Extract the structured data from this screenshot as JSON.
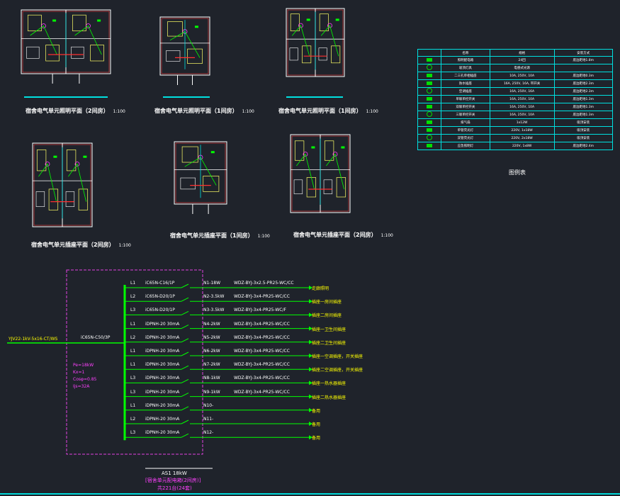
{
  "plans": [
    {
      "title": "宿舍电气单元照明平面（2间房）",
      "scale": "1:100"
    },
    {
      "title": "宿舍电气单元照明平面（1间房）",
      "scale": "1:100"
    },
    {
      "title": "宿舍电气单元照明平面（1间房）",
      "scale": "1:100"
    },
    {
      "title": "宿舍电气单元插座平面（2间房）",
      "scale": "1:100"
    },
    {
      "title": "宿舍电气单元插座平面（1间房）",
      "scale": "1:100"
    },
    {
      "title": "宿舍电气单元插座平面（2间房）",
      "scale": "1:100"
    }
  ],
  "legend": {
    "title": "图例表",
    "headers": [
      "名称",
      "规格",
      "安装方式"
    ],
    "rows": [
      [
        "照明配电箱",
        "24回",
        "底边距地1.8m"
      ],
      [
        "吸顶灯具",
        "电感式光源",
        ""
      ],
      [
        "二三孔单相插座",
        "10A, 250V, 10A",
        "底边距地0.3m"
      ],
      [
        "防水插座",
        "16A, 250V, 16A, 带开关",
        "底边距地2.3m"
      ],
      [
        "空调插座",
        "16A, 250V, 16A",
        "底边距地2.3m"
      ],
      [
        "单联单控开关",
        "16A, 250V, 10A",
        "底边距地1.3m"
      ],
      [
        "双联单控开关",
        "16A, 250V, 10A",
        "底边距地1.3m"
      ],
      [
        "三联单控开关",
        "16A, 250V, 10A",
        "底边距地1.3m"
      ],
      [
        "排气扇",
        "1x12W",
        "吸顶安装"
      ],
      [
        "单管荧光灯",
        "220V, 1x18W",
        "吸顶安装"
      ],
      [
        "双管荧光灯",
        "220V, 2x18W",
        "吸顶安装"
      ],
      [
        "应急照明灯",
        "220V, 1x8W",
        "底边距地2.4m"
      ]
    ]
  },
  "schematic": {
    "incoming": "YJV22-1kV-5x16-CT/WS",
    "main_breaker": "iC65N-C50/3P",
    "box_params": [
      "Pe=18kW",
      "Kx=1",
      "Cosφ=0.85",
      "Ijs=32A"
    ],
    "circuits": [
      {
        "phase": "L1",
        "breaker": "iC65N-C16/1P",
        "name": "N1-18W",
        "cable": "WDZ-BYJ-3x2.5-PR25-WC/CC",
        "load": "走廊照明"
      },
      {
        "phase": "L2",
        "breaker": "iC65N-D20/1P",
        "name": "N2-3.5kW",
        "cable": "WDZ-BYJ-3x4-PR25-WC/CC",
        "load": "插座一房间插座"
      },
      {
        "phase": "L3",
        "breaker": "iC65N-D20/1P",
        "name": "N3-3.5kW",
        "cable": "WDZ-BYJ-3x4-PR25-WC/F",
        "load": "插座二房间插座"
      },
      {
        "phase": "L1",
        "breaker": "iDPNH-20 30mA",
        "name": "N4-2kW",
        "cable": "WDZ-BYJ-3x4-PR25-WC/CC",
        "load": "插座一卫生间插座"
      },
      {
        "phase": "L2",
        "breaker": "iDPNH-20 30mA",
        "name": "N5-2kW",
        "cable": "WDZ-BYJ-3x4-PR25-WC/CC",
        "load": "插座二卫生间插座"
      },
      {
        "phase": "L1",
        "breaker": "iDPNH-20 30mA",
        "name": "N6-2kW",
        "cable": "WDZ-BYJ-3x4-PR25-WC/CC",
        "load": "插座一空调插座，开关插座"
      },
      {
        "phase": "L1",
        "breaker": "iDPNH-20 30mA",
        "name": "N7-2kW",
        "cable": "WDZ-BYJ-3x4-PR25-WC/CC",
        "load": "插座二空调插座，开关插座"
      },
      {
        "phase": "L3",
        "breaker": "iDPNH-20 30mA",
        "name": "N8-1kW",
        "cable": "WDZ-BYJ-3x4-PR25-WC/CC",
        "load": "插座一热水器插座"
      },
      {
        "phase": "L3",
        "breaker": "iDPNH-20 30mA",
        "name": "N9-1kW",
        "cable": "WDZ-BYJ-3x4-PR25-WC/CC",
        "load": "插座二热水器插座"
      },
      {
        "phase": "L1",
        "breaker": "iDPNH-20 30mA",
        "name": "N10-",
        "cable": "",
        "load": "备用"
      },
      {
        "phase": "L2",
        "breaker": "iDPNH-20 30mA",
        "name": "N11-",
        "cable": "",
        "load": "备用"
      },
      {
        "phase": "L3",
        "breaker": "iDPNH-20 30mA",
        "name": "N12-",
        "cable": "",
        "load": "备用"
      }
    ],
    "box_label": "AS1 18kW",
    "box_caption": "[宿舍单元配电箱(2间房)]",
    "box_count": "共221台(24套)"
  }
}
